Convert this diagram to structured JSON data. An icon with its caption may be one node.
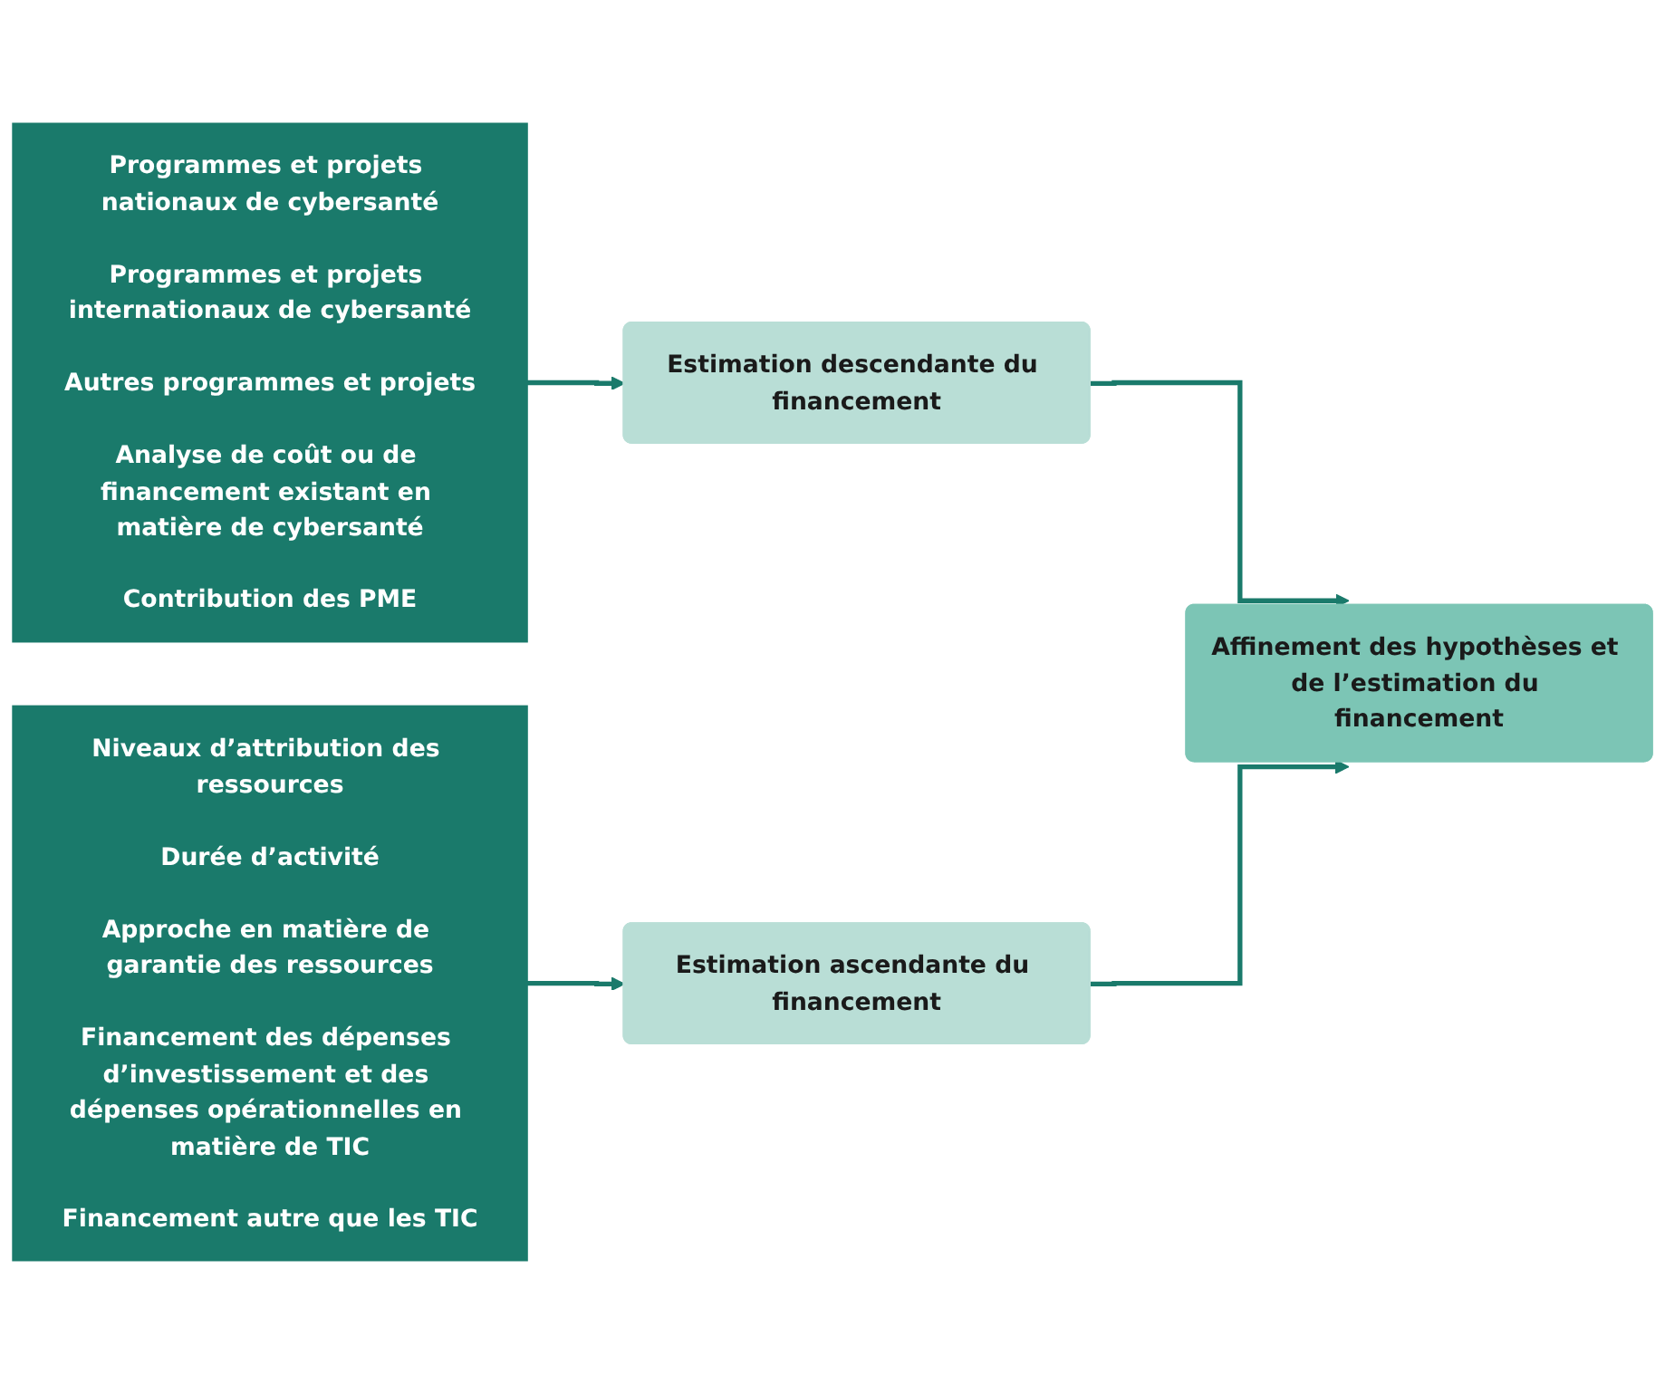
{
  "diagram": {
    "nodes": [
      {
        "text": [
          "Programmes et projets nationaux de cybersanté",
          "Programmes et projets internationaux de cybersanté",
          "Autres programmes et projets",
          "Analyse de coût ou de financement existant en matière de cybersanté",
          "Contribution des PME"
        ]
      },
      {
        "text": [
          "Niveaux d’attribution des ressources",
          "Durée d’activité",
          "Approche en matière de garantie des ressources",
          "Financement des dépenses d’investissement et des dépenses opérationnelles en matière de TIC",
          "Financement autre que les TIC"
        ]
      },
      {
        "text": [
          "Estimation descendante du financement"
        ]
      },
      {
        "text": [
          "Estimation ascendante du financement"
        ]
      },
      {
        "text": [
          "Affinement des hypothèses et de l’estimation du financement"
        ]
      }
    ],
    "edges": [
      {
        "from": 0,
        "to": 2,
        "arrow": "to"
      },
      {
        "from": 1,
        "to": 3,
        "arrow": "to"
      },
      {
        "from": 2,
        "to": 4,
        "arrow": "to"
      },
      {
        "from": 3,
        "to": 4,
        "arrow": "to"
      }
    ]
  }
}
